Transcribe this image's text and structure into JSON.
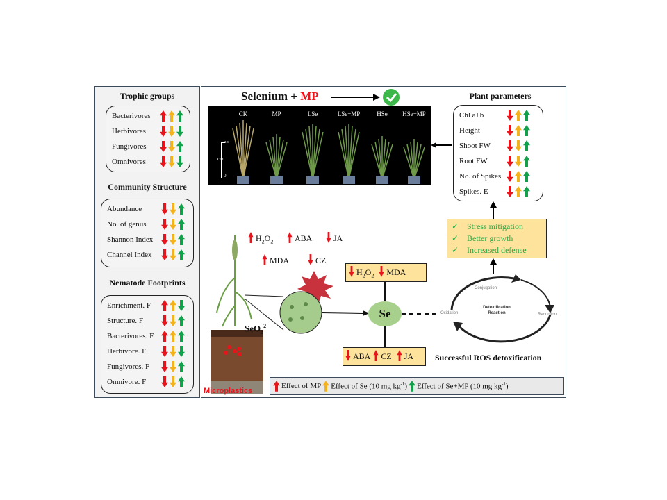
{
  "colors": {
    "mp": "#e8141b",
    "se": "#f5b31b",
    "se_mp": "#12a04b",
    "box_yellow": "#fde39c",
    "check_green": "#2ea84a",
    "se_circle": "#a8d08d"
  },
  "left_panel": {
    "trophic": {
      "title": "Trophic groups",
      "items": [
        {
          "label": "Bacterivores",
          "arrows": [
            "up",
            "up",
            "up"
          ]
        },
        {
          "label": "Herbivores",
          "arrows": [
            "down",
            "down",
            "down"
          ]
        },
        {
          "label": "Fungivores",
          "arrows": [
            "down",
            "down",
            "up"
          ]
        },
        {
          "label": "Omnivores",
          "arrows": [
            "down",
            "down",
            "down"
          ]
        }
      ]
    },
    "community": {
      "title": "Community Structure",
      "items": [
        {
          "label": "Abundance",
          "arrows": [
            "down",
            "down",
            "up"
          ]
        },
        {
          "label": "No. of genus",
          "arrows": [
            "down",
            "down",
            "up"
          ]
        },
        {
          "label": "Shannon Index",
          "arrows": [
            "down",
            "down",
            "up"
          ]
        },
        {
          "label": "Channel Index",
          "arrows": [
            "down",
            "down",
            "up"
          ]
        }
      ]
    },
    "footprints": {
      "title": "Nematode Footprints",
      "items": [
        {
          "label": "Enrichment. F",
          "arrows": [
            "up",
            "up",
            "down"
          ]
        },
        {
          "label": "Structure. F",
          "arrows": [
            "down",
            "down",
            "up"
          ]
        },
        {
          "label": "Bacterivores. F",
          "arrows": [
            "up",
            "up",
            "up"
          ]
        },
        {
          "label": "Herbivore. F",
          "arrows": [
            "down",
            "down",
            "down"
          ]
        },
        {
          "label": "Fungivores. F",
          "arrows": [
            "down",
            "down",
            "up"
          ]
        },
        {
          "label": "Omnivore. F",
          "arrows": [
            "down",
            "down",
            "up"
          ]
        }
      ]
    }
  },
  "header": {
    "selenium": "Selenium +",
    "mp": "MP"
  },
  "photo": {
    "treatments": [
      "CK",
      "MP",
      "LSe",
      "LSe+MP",
      "HSe",
      "HSe+MP"
    ],
    "scale_top": "55",
    "scale_unit": "cm",
    "scale_bottom": "0"
  },
  "plant_params": {
    "title": "Plant parameters",
    "items": [
      {
        "label": "Chl a+b",
        "arrows": [
          "down",
          "up",
          "up"
        ]
      },
      {
        "label": "Height",
        "arrows": [
          "down",
          "up",
          "up"
        ]
      },
      {
        "label": "Shoot FW",
        "arrows": [
          "down",
          "down",
          "up"
        ]
      },
      {
        "label": "Root FW",
        "arrows": [
          "down",
          "down",
          "up"
        ]
      },
      {
        "label": "No. of Spikes",
        "arrows": [
          "down",
          "up",
          "up"
        ]
      },
      {
        "label": "Spikes. E",
        "arrows": [
          "down",
          "up",
          "up"
        ]
      }
    ]
  },
  "outcomes": {
    "check": "✓",
    "items": [
      "Stress mitigation",
      "Better growth",
      "Increased defense"
    ]
  },
  "stress_markers": {
    "h2o2_base": "H",
    "h2o2_2a": "2",
    "h2o2_o": "O",
    "h2o2_2b": "2",
    "aba": "ABA",
    "ja": "JA",
    "mda": "MDA",
    "cz": "CZ"
  },
  "ros_label": "ROS",
  "seo3": {
    "base": "SeO",
    "sub": "3",
    "sup": "2−"
  },
  "microplastics": "Microplastics",
  "se_label": "Se",
  "se_top_box": {
    "mda": "MDA"
  },
  "se_bottom_box": {
    "aba": "ABA",
    "cz": "CZ",
    "ja": "JA"
  },
  "cycle": {
    "center1": "Detoxification",
    "center2": "Reaction",
    "top": "Conjugation",
    "left": "Oxidation",
    "right": "Reduction"
  },
  "detox_caption": "Successful ROS detoxification",
  "legend": {
    "mp": "Effect of MP",
    "se": "Effect of Se (10 mg kg",
    "se_mp": "Effect of Se+MP (10 mg kg",
    "unit_sup": "-1",
    "close": ")"
  }
}
